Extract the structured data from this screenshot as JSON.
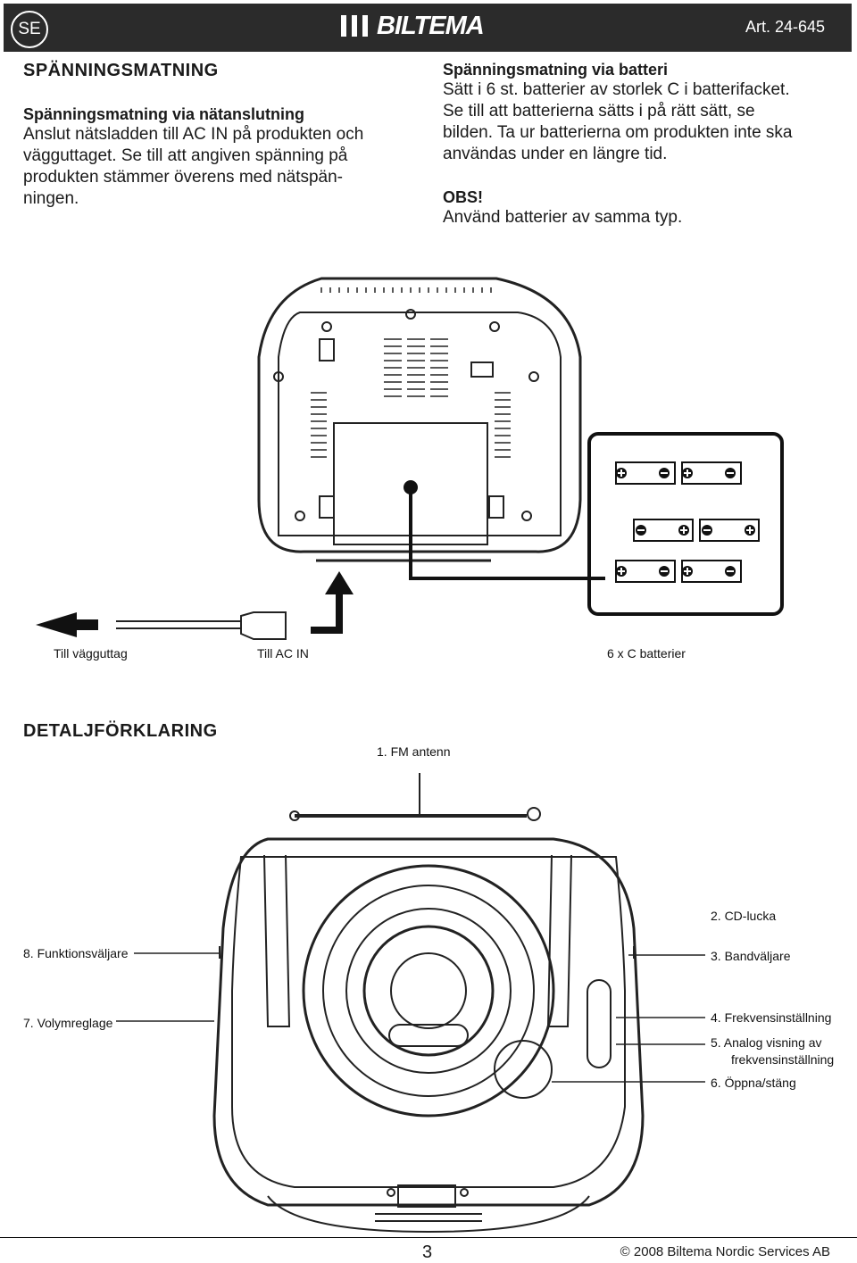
{
  "header": {
    "lang_badge": "SE",
    "brand": "BILTEMA",
    "article": "Art. 24-645"
  },
  "left_column": {
    "heading": "SPÄNNINGSMATNING",
    "sub": "Spänningsmatning via nätanslutning",
    "lines": [
      "Anslut nätsladden till AC IN på produkten och",
      "vägguttaget. Se till att angiven spänning på",
      "produkten stämmer överens med nätspän-",
      "ningen."
    ]
  },
  "right_column": {
    "sub": "Spänningsmatning via batteri",
    "lines": [
      "Sätt i 6 st. batterier av storlek C i batterifacket.",
      "Se till att batterierna sätts i på rätt sätt, se",
      "bilden. Ta ur batterierna om produkten inte ska",
      "användas under en längre tid."
    ],
    "note_title": "OBS!",
    "note_text": "Använd batterier av samma typ."
  },
  "figure1": {
    "labels": {
      "wall": "Till vägguttag",
      "acin": "Till AC IN",
      "batteries": "6 x C batterier"
    }
  },
  "details": {
    "heading": "DETALJFÖRKLARING",
    "items": {
      "fm": "1.  FM antenn",
      "cd": "2.  CD-lucka",
      "band": "3.  Bandväljare",
      "freq": "4.  Frekvensinställning",
      "analog1": "5.  Analog visning av",
      "analog2": "frekvensinställning",
      "open": "6.  Öppna/stäng",
      "volume": "7.  Volymreglage",
      "function": "8.  Funktionsväljare"
    }
  },
  "footer": {
    "page": "3",
    "copyright": "© 2008 Biltema Nordic Services AB"
  }
}
